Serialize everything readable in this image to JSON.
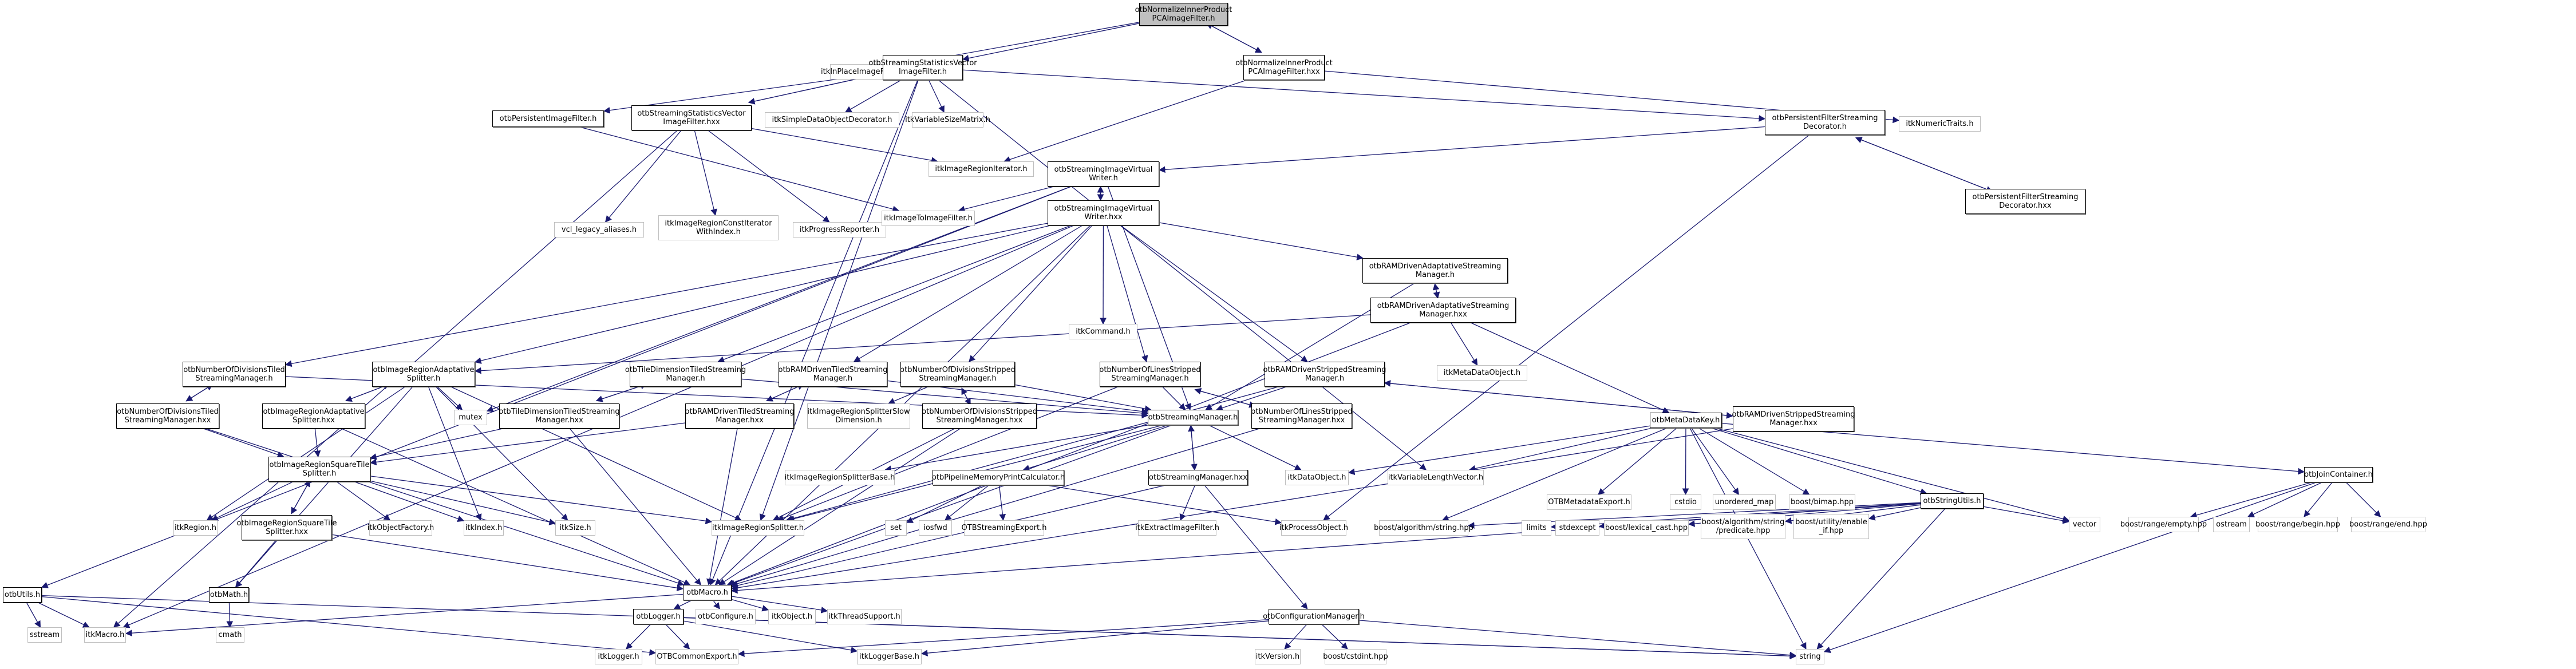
{
  "title": "otbNormalizeInnerProductPCAImageFilter.h include dependency graph",
  "colors": {
    "edge": "#191970",
    "root_fill": "#bfbfbf",
    "internal_border": "#000000",
    "external_border": "#bfbfbf"
  },
  "nodes": [
    {
      "id": "root",
      "label": "otbNormalizeInnerProduct\nPCAImageFilter.h",
      "kind": "root"
    },
    {
      "id": "inplace",
      "label": "itkInPlaceImageFilter.h",
      "kind": "external"
    },
    {
      "id": "ssvif_h",
      "label": "otbStreamingStatisticsVector\nImageFilter.h",
      "kind": "internal"
    },
    {
      "id": "nip_hxx",
      "label": "otbNormalizeInnerProduct\nPCAImageFilter.hxx",
      "kind": "internal"
    },
    {
      "id": "persist",
      "label": "otbPersistentImageFilter.h",
      "kind": "internal"
    },
    {
      "id": "ssvif_hxx",
      "label": "otbStreamingStatisticsVector\nImageFilter.hxx",
      "kind": "internal"
    },
    {
      "id": "sdod",
      "label": "itkSimpleDataObjectDecorator.h",
      "kind": "external"
    },
    {
      "id": "vsm",
      "label": "itkVariableSizeMatrix.h",
      "kind": "external"
    },
    {
      "id": "pfsd_h",
      "label": "otbPersistentFilterStreaming\nDecorator.h",
      "kind": "internal"
    },
    {
      "id": "numtraits",
      "label": "itkNumericTraits.h",
      "kind": "external"
    },
    {
      "id": "vcl",
      "label": "vcl_legacy_aliases.h",
      "kind": "external"
    },
    {
      "id": "ircit",
      "label": "itkImageRegionConstIterator\nWithIndex.h",
      "kind": "external"
    },
    {
      "id": "progress",
      "label": "itkProgressReporter.h",
      "kind": "external"
    },
    {
      "id": "iri",
      "label": "itkImageRegionIterator.h",
      "kind": "external"
    },
    {
      "id": "pfsd_hxx",
      "label": "otbPersistentFilterStreaming\nDecorator.hxx",
      "kind": "internal"
    },
    {
      "id": "sivw_h",
      "label": "otbStreamingImageVirtual\nWriter.h",
      "kind": "internal"
    },
    {
      "id": "itif",
      "label": "itkImageToImageFilter.h",
      "kind": "external"
    },
    {
      "id": "sivw_hxx",
      "label": "otbStreamingImageVirtual\nWriter.hxx",
      "kind": "internal"
    },
    {
      "id": "command",
      "label": "itkCommand.h",
      "kind": "external"
    },
    {
      "id": "ramadapt_h",
      "label": "otbRAMDrivenAdaptativeStreaming\nManager.h",
      "kind": "internal"
    },
    {
      "id": "ramadapt_hxx",
      "label": "otbRAMDrivenAdaptativeStreaming\nManager.hxx",
      "kind": "internal"
    },
    {
      "id": "mdo",
      "label": "itkMetaDataObject.h",
      "kind": "external"
    },
    {
      "id": "nodtiled_h",
      "label": "otbNumberOfDivisionsTiled\nStreamingManager.h",
      "kind": "internal"
    },
    {
      "id": "iras_h",
      "label": "otbImageRegionAdaptative\nSplitter.h",
      "kind": "internal"
    },
    {
      "id": "tdts_h",
      "label": "otbTileDimensionTiledStreaming\nManager.h",
      "kind": "internal"
    },
    {
      "id": "ramtiled_h",
      "label": "otbRAMDrivenTiledStreaming\nManager.h",
      "kind": "internal"
    },
    {
      "id": "nodstrip_h",
      "label": "otbNumberOfDivisionsStripped\nStreamingManager.h",
      "kind": "internal"
    },
    {
      "id": "nolstrip_h",
      "label": "otbNumberOfLinesStripped\nStreamingManager.h",
      "kind": "internal"
    },
    {
      "id": "ramstrip_h",
      "label": "otbRAMDrivenStrippedStreaming\nManager.h",
      "kind": "internal"
    },
    {
      "id": "nodtiled_hxx",
      "label": "otbNumberOfDivisionsTiled\nStreamingManager.hxx",
      "kind": "internal"
    },
    {
      "id": "iras_hxx",
      "label": "otbImageRegionAdaptative\nSplitter.hxx",
      "kind": "internal"
    },
    {
      "id": "mutex",
      "label": "mutex",
      "kind": "external"
    },
    {
      "id": "tdts_hxx",
      "label": "otbTileDimensionTiledStreaming\nManager.hxx",
      "kind": "internal"
    },
    {
      "id": "ramtiled_hxx",
      "label": "otbRAMDrivenTiledStreaming\nManager.hxx",
      "kind": "internal"
    },
    {
      "id": "irssd",
      "label": "itkImageRegionSplitterSlow\nDimension.h",
      "kind": "external"
    },
    {
      "id": "nodstrip_hxx",
      "label": "otbNumberOfDivisionsStripped\nStreamingManager.hxx",
      "kind": "internal"
    },
    {
      "id": "sm_h",
      "label": "otbStreamingManager.h",
      "kind": "internal"
    },
    {
      "id": "nolstrip_hxx",
      "label": "otbNumberOfLinesStripped\nStreamingManager.hxx",
      "kind": "internal"
    },
    {
      "id": "mdk",
      "label": "otbMetaDataKey.h",
      "kind": "internal"
    },
    {
      "id": "ramstrip_hxx",
      "label": "otbRAMDrivenStrippedStreaming\nManager.hxx",
      "kind": "internal"
    },
    {
      "id": "irsqt_h",
      "label": "otbImageRegionSquareTile\nSplitter.h",
      "kind": "internal"
    },
    {
      "id": "irsb",
      "label": "itkImageRegionSplitterBase.h",
      "kind": "external"
    },
    {
      "id": "pmpc",
      "label": "otbPipelineMemoryPrintCalculator.h",
      "kind": "internal"
    },
    {
      "id": "sm_hxx",
      "label": "otbStreamingManager.hxx",
      "kind": "internal"
    },
    {
      "id": "dataobj",
      "label": "itkDataObject.h",
      "kind": "external"
    },
    {
      "id": "vlv",
      "label": "itkVariableLengthVector.h",
      "kind": "external"
    },
    {
      "id": "otbmdexp",
      "label": "OTBMetadataExport.h",
      "kind": "external"
    },
    {
      "id": "cstdio",
      "label": "cstdio",
      "kind": "external"
    },
    {
      "id": "umap",
      "label": "unordered_map",
      "kind": "external"
    },
    {
      "id": "bimap",
      "label": "boost/bimap.hpp",
      "kind": "external"
    },
    {
      "id": "strutils",
      "label": "otbStringUtils.h",
      "kind": "internal"
    },
    {
      "id": "joincont",
      "label": "otbJoinContainer.h",
      "kind": "internal"
    },
    {
      "id": "itkregion",
      "label": "itkRegion.h",
      "kind": "external"
    },
    {
      "id": "irsqt_hxx",
      "label": "otbImageRegionSquareTile\nSplitter.hxx",
      "kind": "internal"
    },
    {
      "id": "objfact",
      "label": "itkObjectFactory.h",
      "kind": "external"
    },
    {
      "id": "itkindex",
      "label": "itkIndex.h",
      "kind": "external"
    },
    {
      "id": "itksize",
      "label": "itkSize.h",
      "kind": "external"
    },
    {
      "id": "irs",
      "label": "itkImageRegionSplitter.h",
      "kind": "external"
    },
    {
      "id": "set",
      "label": "set",
      "kind": "external"
    },
    {
      "id": "iosfwd",
      "label": "iosfwd",
      "kind": "external"
    },
    {
      "id": "otbsexp",
      "label": "OTBStreamingExport.h",
      "kind": "external"
    },
    {
      "id": "extract",
      "label": "itkExtractImageFilter.h",
      "kind": "external"
    },
    {
      "id": "procobj",
      "label": "itkProcessObject.h",
      "kind": "external"
    },
    {
      "id": "balgstr",
      "label": "boost/algorithm/string.hpp",
      "kind": "external"
    },
    {
      "id": "limits",
      "label": "limits",
      "kind": "external"
    },
    {
      "id": "stdexcept",
      "label": "stdexcept",
      "kind": "external"
    },
    {
      "id": "lexcast",
      "label": "boost/lexical_cast.hpp",
      "kind": "external"
    },
    {
      "id": "predicate",
      "label": "boost/algorithm/string\n/predicate.hpp",
      "kind": "external"
    },
    {
      "id": "enableif",
      "label": "boost/utility/enable\n_if.hpp",
      "kind": "external"
    },
    {
      "id": "vector",
      "label": "vector",
      "kind": "external"
    },
    {
      "id": "rempty",
      "label": "boost/range/empty.hpp",
      "kind": "external"
    },
    {
      "id": "ostream",
      "label": "ostream",
      "kind": "external"
    },
    {
      "id": "rbegin",
      "label": "boost/range/begin.hpp",
      "kind": "external"
    },
    {
      "id": "rend",
      "label": "boost/range/end.hpp",
      "kind": "external"
    },
    {
      "id": "utils",
      "label": "otbUtils.h",
      "kind": "internal"
    },
    {
      "id": "math",
      "label": "otbMath.h",
      "kind": "internal"
    },
    {
      "id": "macro",
      "label": "otbMacro.h",
      "kind": "internal"
    },
    {
      "id": "sstream",
      "label": "sstream",
      "kind": "external"
    },
    {
      "id": "itkmacro",
      "label": "itkMacro.h",
      "kind": "external"
    },
    {
      "id": "cmath",
      "label": "cmath",
      "kind": "external"
    },
    {
      "id": "logger",
      "label": "otbLogger.h",
      "kind": "internal"
    },
    {
      "id": "configure",
      "label": "otbConfigure.h",
      "kind": "external"
    },
    {
      "id": "itkobject",
      "label": "itkObject.h",
      "kind": "external"
    },
    {
      "id": "threadsup",
      "label": "itkThreadSupport.h",
      "kind": "external"
    },
    {
      "id": "confmgr",
      "label": "otbConfigurationManager.h",
      "kind": "internal"
    },
    {
      "id": "itklogger",
      "label": "itkLogger.h",
      "kind": "external"
    },
    {
      "id": "commonexp",
      "label": "OTBCommonExport.h",
      "kind": "external"
    },
    {
      "id": "loggerbase",
      "label": "itkLoggerBase.h",
      "kind": "external"
    },
    {
      "id": "itkversion",
      "label": "itkVersion.h",
      "kind": "external"
    },
    {
      "id": "cstdint",
      "label": "boost/cstdint.hpp",
      "kind": "external"
    },
    {
      "id": "string",
      "label": "string",
      "kind": "external"
    }
  ],
  "edges": [
    [
      "root",
      "inplace"
    ],
    [
      "root",
      "ssvif_h"
    ],
    [
      "root",
      "nip_hxx"
    ],
    [
      "nip_hxx",
      "root"
    ],
    [
      "ssvif_h",
      "persist"
    ],
    [
      "ssvif_h",
      "ssvif_hxx"
    ],
    [
      "ssvif_hxx",
      "ssvif_h"
    ],
    [
      "ssvif_h",
      "sdod"
    ],
    [
      "ssvif_h",
      "vsm"
    ],
    [
      "ssvif_h",
      "pfsd_h"
    ],
    [
      "ssvif_h",
      "vlv"
    ],
    [
      "ssvif_h",
      "macro"
    ],
    [
      "ssvif_h",
      "irs"
    ],
    [
      "nip_hxx",
      "numtraits"
    ],
    [
      "nip_hxx",
      "iri"
    ],
    [
      "ssvif_hxx",
      "vcl"
    ],
    [
      "ssvif_hxx",
      "ircit"
    ],
    [
      "ssvif_hxx",
      "progress"
    ],
    [
      "ssvif_hxx",
      "iri"
    ],
    [
      "ssvif_hxx",
      "itkmacro"
    ],
    [
      "persist",
      "itif"
    ],
    [
      "pfsd_h",
      "pfsd_hxx"
    ],
    [
      "pfsd_hxx",
      "pfsd_h"
    ],
    [
      "pfsd_h",
      "sivw_h"
    ],
    [
      "pfsd_h",
      "procobj"
    ],
    [
      "sivw_h",
      "sivw_hxx"
    ],
    [
      "sivw_hxx",
      "sivw_h"
    ],
    [
      "sivw_h",
      "itif"
    ],
    [
      "sivw_h",
      "sm_h"
    ],
    [
      "sivw_h",
      "mutex"
    ],
    [
      "sivw_h",
      "utils"
    ],
    [
      "sivw_hxx",
      "command"
    ],
    [
      "sivw_hxx",
      "ramadapt_h"
    ],
    [
      "sivw_hxx",
      "nodtiled_h"
    ],
    [
      "sivw_hxx",
      "tdts_h"
    ],
    [
      "sivw_hxx",
      "ramtiled_h"
    ],
    [
      "sivw_hxx",
      "nodstrip_h"
    ],
    [
      "sivw_hxx",
      "nolstrip_h"
    ],
    [
      "sivw_hxx",
      "ramstrip_h"
    ],
    [
      "sivw_hxx",
      "iras_h"
    ],
    [
      "sivw_hxx",
      "macro"
    ],
    [
      "sivw_hxx",
      "itkmacro"
    ],
    [
      "ramadapt_h",
      "ramadapt_hxx"
    ],
    [
      "ramadapt_hxx",
      "ramadapt_h"
    ],
    [
      "ramadapt_h",
      "sm_h"
    ],
    [
      "ramadapt_hxx",
      "mdo"
    ],
    [
      "ramadapt_hxx",
      "mdk"
    ],
    [
      "ramadapt_hxx",
      "iras_h"
    ],
    [
      "ramadapt_hxx",
      "macro"
    ],
    [
      "nodtiled_h",
      "nodtiled_hxx"
    ],
    [
      "nodtiled_hxx",
      "nodtiled_h"
    ],
    [
      "nodtiled_h",
      "sm_h"
    ],
    [
      "nodtiled_hxx",
      "irsqt_h"
    ],
    [
      "nodtiled_hxx",
      "macro"
    ],
    [
      "iras_h",
      "iras_hxx"
    ],
    [
      "iras_hxx",
      "iras_h"
    ],
    [
      "iras_h",
      "mutex"
    ],
    [
      "iras_h",
      "itkregion"
    ],
    [
      "iras_h",
      "itkindex"
    ],
    [
      "iras_h",
      "itksize"
    ],
    [
      "iras_h",
      "irs"
    ],
    [
      "iras_h",
      "math"
    ],
    [
      "iras_hxx",
      "irsqt_h"
    ],
    [
      "iras_hxx",
      "macro"
    ],
    [
      "tdts_h",
      "tdts_hxx"
    ],
    [
      "tdts_hxx",
      "tdts_h"
    ],
    [
      "tdts_h",
      "sm_h"
    ],
    [
      "tdts_hxx",
      "irsqt_h"
    ],
    [
      "tdts_hxx",
      "macro"
    ],
    [
      "ramtiled_h",
      "ramtiled_hxx"
    ],
    [
      "ramtiled_hxx",
      "ramtiled_h"
    ],
    [
      "ramtiled_h",
      "sm_h"
    ],
    [
      "ramtiled_hxx",
      "irsqt_h"
    ],
    [
      "ramtiled_hxx",
      "macro"
    ],
    [
      "nodstrip_h",
      "nodstrip_hxx"
    ],
    [
      "nodstrip_hxx",
      "nodstrip_h"
    ],
    [
      "nodstrip_h",
      "sm_h"
    ],
    [
      "nodstrip_h",
      "irssd"
    ],
    [
      "nodstrip_hxx",
      "irs"
    ],
    [
      "nodstrip_hxx",
      "macro"
    ],
    [
      "nolstrip_h",
      "nolstrip_hxx"
    ],
    [
      "nolstrip_hxx",
      "nolstrip_h"
    ],
    [
      "nolstrip_h",
      "sm_h"
    ],
    [
      "nolstrip_h",
      "irs"
    ],
    [
      "nolstrip_hxx",
      "macro"
    ],
    [
      "ramstrip_h",
      "ramstrip_hxx"
    ],
    [
      "ramstrip_hxx",
      "ramstrip_h"
    ],
    [
      "ramstrip_h",
      "sm_h"
    ],
    [
      "ramstrip_h",
      "irs"
    ],
    [
      "ramstrip_hxx",
      "macro"
    ],
    [
      "sm_h",
      "sm_hxx"
    ],
    [
      "sm_hxx",
      "sm_h"
    ],
    [
      "sm_h",
      "irsb"
    ],
    [
      "sm_h",
      "pmpc"
    ],
    [
      "sm_h",
      "dataobj"
    ],
    [
      "sm_h",
      "irs"
    ],
    [
      "sm_h",
      "macro"
    ],
    [
      "sm_hxx",
      "extract"
    ],
    [
      "sm_hxx",
      "confmgr"
    ],
    [
      "sm_hxx",
      "macro"
    ],
    [
      "pmpc",
      "set"
    ],
    [
      "pmpc",
      "iosfwd"
    ],
    [
      "pmpc",
      "otbsexp"
    ],
    [
      "pmpc",
      "procobj"
    ],
    [
      "mdk",
      "otbmdexp"
    ],
    [
      "mdk",
      "cstdio"
    ],
    [
      "mdk",
      "umap"
    ],
    [
      "mdk",
      "bimap"
    ],
    [
      "mdk",
      "strutils"
    ],
    [
      "mdk",
      "joincont"
    ],
    [
      "mdk",
      "vlv"
    ],
    [
      "mdk",
      "dataobj"
    ],
    [
      "mdk",
      "balgstr"
    ],
    [
      "mdk",
      "vector"
    ],
    [
      "mdk",
      "string"
    ],
    [
      "strutils",
      "balgstr"
    ],
    [
      "strutils",
      "limits"
    ],
    [
      "strutils",
      "stdexcept"
    ],
    [
      "strutils",
      "lexcast"
    ],
    [
      "strutils",
      "predicate"
    ],
    [
      "strutils",
      "enableif"
    ],
    [
      "strutils",
      "vector"
    ],
    [
      "strutils",
      "string"
    ],
    [
      "strutils",
      "macro"
    ],
    [
      "joincont",
      "rempty"
    ],
    [
      "joincont",
      "ostream"
    ],
    [
      "joincont",
      "rbegin"
    ],
    [
      "joincont",
      "rend"
    ],
    [
      "joincont",
      "string"
    ],
    [
      "irsqt_h",
      "irsqt_hxx"
    ],
    [
      "irsqt_hxx",
      "irsqt_h"
    ],
    [
      "irsqt_h",
      "itkregion"
    ],
    [
      "irsqt_h",
      "objfact"
    ],
    [
      "irsqt_h",
      "itkindex"
    ],
    [
      "irsqt_h",
      "itksize"
    ],
    [
      "irsqt_h",
      "irs"
    ],
    [
      "irsqt_hxx",
      "math"
    ],
    [
      "irsqt_hxx",
      "macro"
    ],
    [
      "utils",
      "sstream"
    ],
    [
      "utils",
      "itkmacro"
    ],
    [
      "utils",
      "string"
    ],
    [
      "utils",
      "commonexp"
    ],
    [
      "math",
      "cmath"
    ],
    [
      "macro",
      "itkmacro"
    ],
    [
      "macro",
      "logger"
    ],
    [
      "macro",
      "configure"
    ],
    [
      "macro",
      "itkobject"
    ],
    [
      "macro",
      "threadsup"
    ],
    [
      "logger",
      "itklogger"
    ],
    [
      "logger",
      "commonexp"
    ],
    [
      "logger",
      "loggerbase"
    ],
    [
      "logger",
      "string"
    ],
    [
      "confmgr",
      "commonexp"
    ],
    [
      "confmgr",
      "loggerbase"
    ],
    [
      "confmgr",
      "itkversion"
    ],
    [
      "confmgr",
      "cstdint"
    ],
    [
      "confmgr",
      "string"
    ]
  ]
}
